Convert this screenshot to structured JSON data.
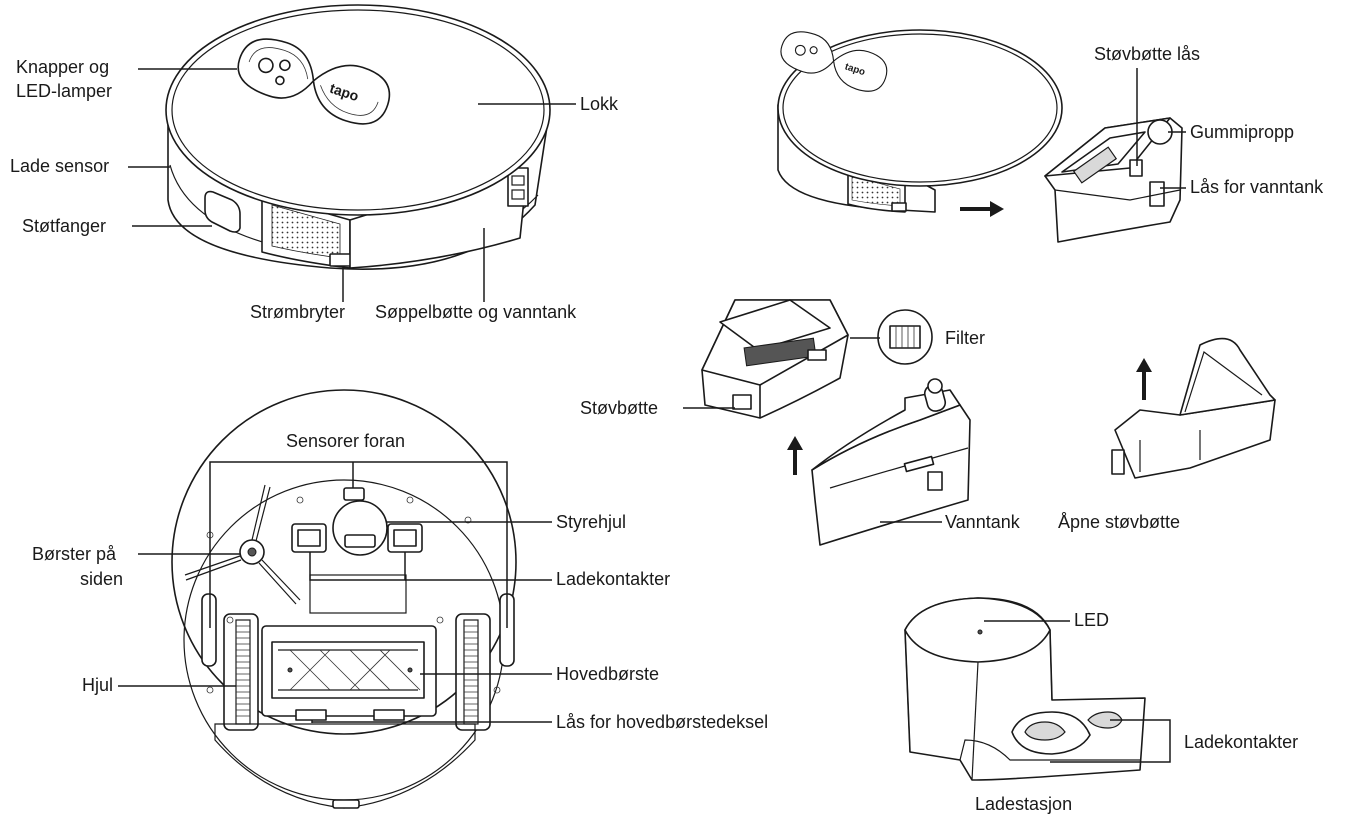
{
  "brand": "tapo",
  "top_view": {
    "buttons_led": [
      "Knapper og",
      "LED-lamper"
    ],
    "lid": "Lokk",
    "charge_sensor": "Lade sensor",
    "bumper": "Støtfanger",
    "power_switch": "Strømbryter",
    "bin_tank": "Søppelbøtte og vanntank"
  },
  "bin_removal": {
    "dust_bin_lock": "Støvbøtte lås",
    "rubber_plug": "Gummipropp",
    "tank_lock": "Lås for vanntank"
  },
  "parts": {
    "filter": "Filter",
    "dust_bin": "Støvbøtte",
    "water_tank": "Vanntank",
    "open_dust_bin": "Åpne støvbøtte"
  },
  "bottom_view": {
    "front_sensors": "Sensorer foran",
    "caster": "Styrehjul",
    "side_brushes": [
      "Børster på",
      "siden"
    ],
    "charge_contacts": "Ladekontakter",
    "wheel": "Hjul",
    "main_brush": "Hovedbørste",
    "brush_cover_lock": "Lås for hovedbørstedeksel"
  },
  "dock": {
    "led": "LED",
    "charge_contacts": "Ladekontakter",
    "name": "Ladestasjon"
  }
}
